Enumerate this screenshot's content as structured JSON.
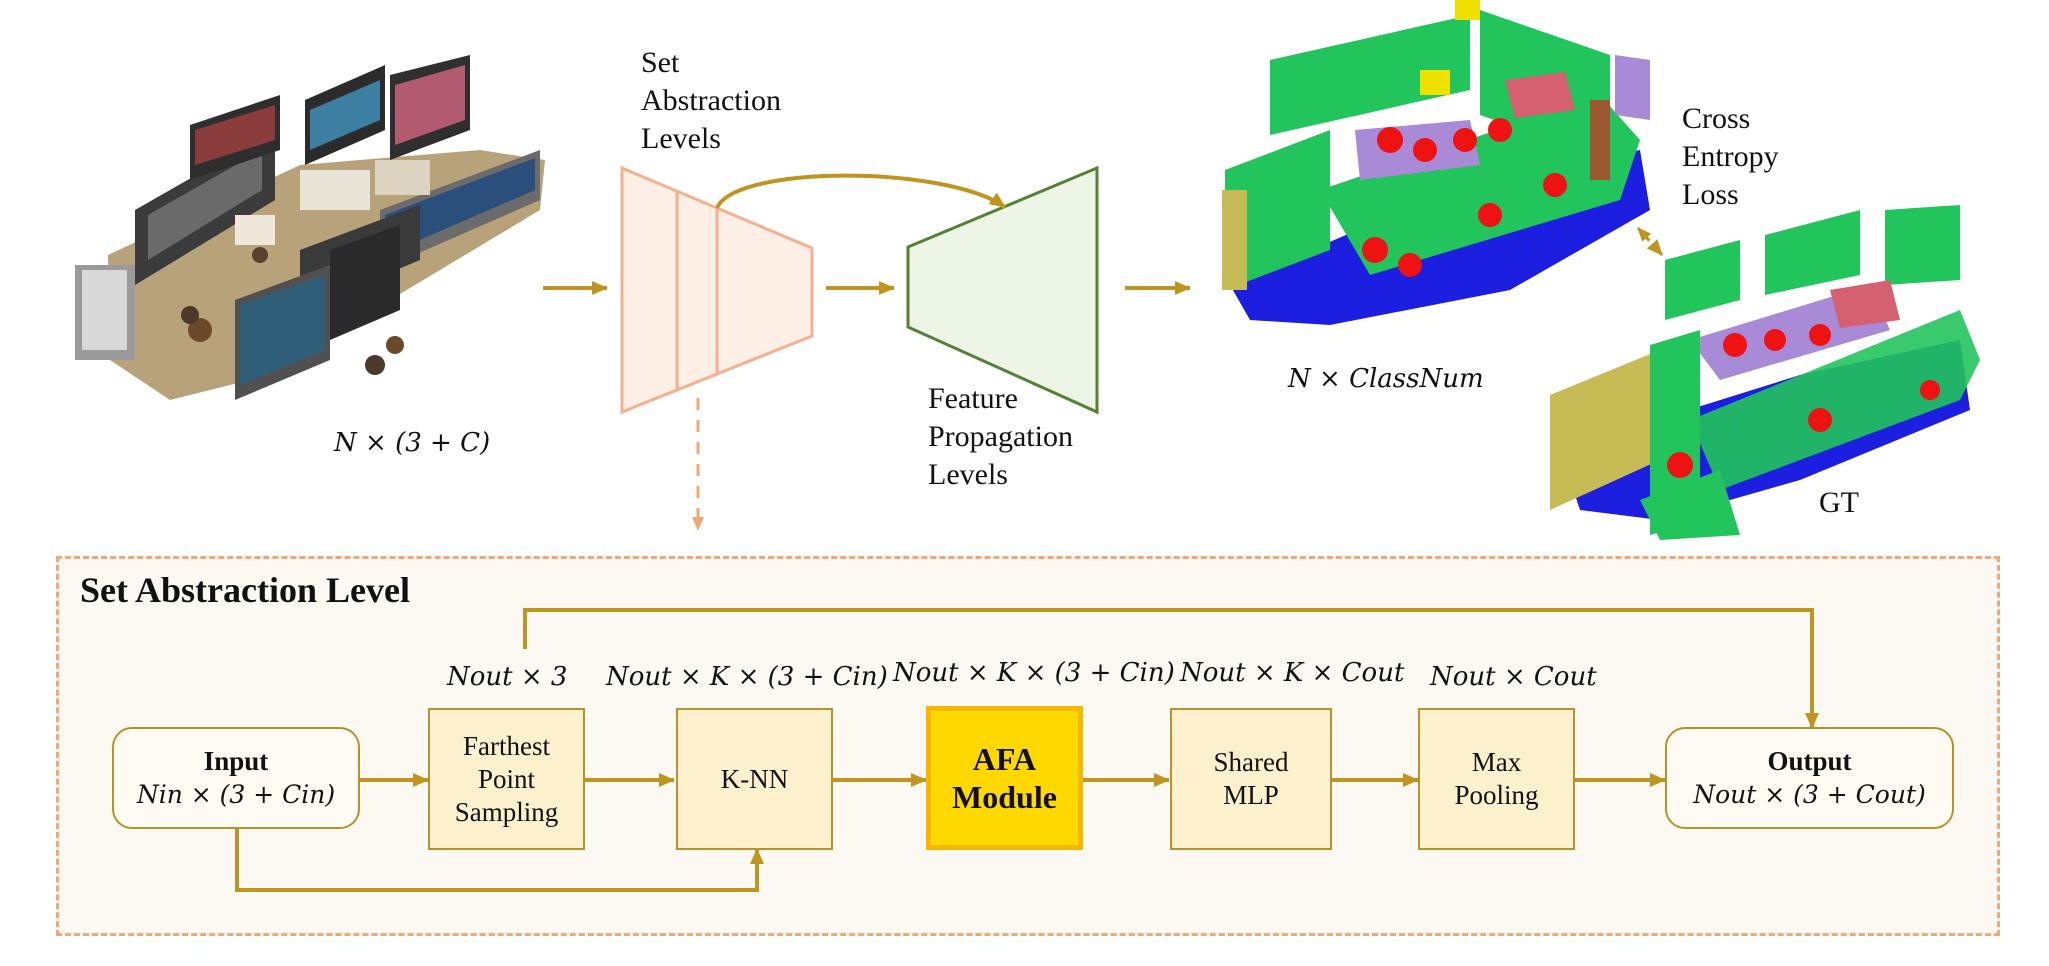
{
  "top": {
    "input_shape": "N × (3 + C)",
    "set_abstraction": [
      "Set",
      "Abstraction",
      "Levels"
    ],
    "feature_propagation": [
      "Feature",
      "Propagation",
      "Levels"
    ],
    "output_shape": "N × ClassNum",
    "loss": [
      "Cross",
      "Entropy",
      "Loss"
    ],
    "gt": "GT"
  },
  "panel": {
    "title": "Set Abstraction Level",
    "input": {
      "title": "Input",
      "shape": "Nin × (3 + Cin)"
    },
    "fps": {
      "label": [
        "Farthest",
        "Point",
        "Sampling"
      ],
      "dim": "Nout × 3"
    },
    "knn": {
      "label": "K-NN",
      "dim": "Nout × K × (3 + Cin)"
    },
    "afa": {
      "label": [
        "AFA",
        "Module"
      ],
      "dim": "Nout × K × (3 + Cin)"
    },
    "mlp": {
      "label": [
        "Shared",
        "MLP"
      ],
      "dim": "Nout × K × Cout"
    },
    "pool": {
      "label": [
        "Max",
        "Pooling"
      ],
      "dim": "Nout × Cout"
    },
    "output": {
      "title": "Output",
      "shape": "Nout × (3 + Cout)"
    }
  },
  "colors": {
    "arrow": "#c0951f",
    "encoder_stroke": "#f4b08f",
    "encoder_fill": "#fdeee6",
    "decoder_stroke": "#548235",
    "decoder_fill": "#edf5e6",
    "seg_wall": "#22c45c",
    "seg_floor": "#1c1ee0",
    "seg_chair": "#ee1212",
    "seg_table": "#a98ad6",
    "seg_sofa": "#d46070",
    "seg_board": "#c7bb55",
    "rgb_floor": "#b7a27a",
    "panel_border": "#f0a878",
    "node_fill": "#fdf0cc",
    "afa_fill": "#ffd800"
  }
}
